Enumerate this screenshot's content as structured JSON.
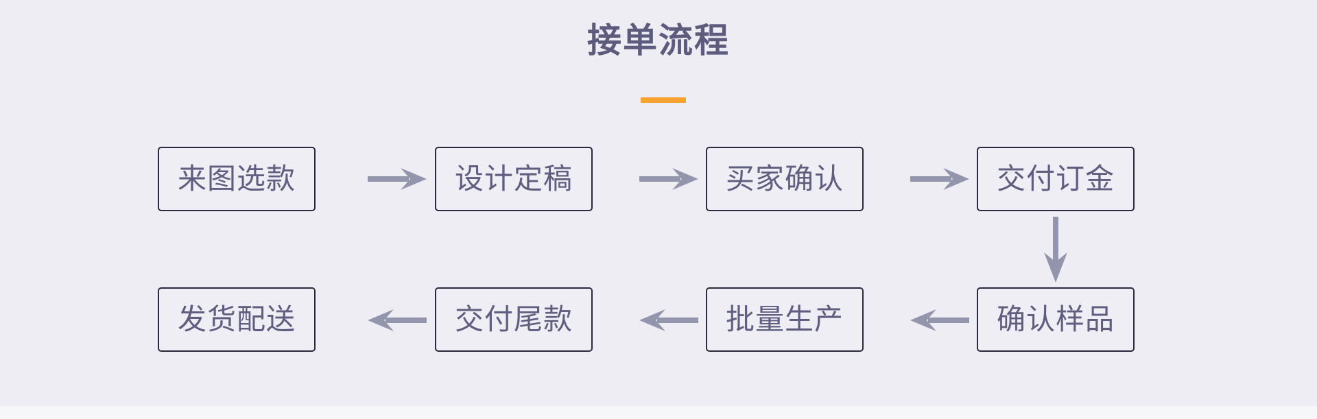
{
  "page": {
    "title": "接单流程",
    "background_color": "#eeedf4",
    "accent_color": "#f5a22e",
    "box_border_color": "#2a2a3c",
    "text_color": "#5f5e80",
    "arrow_color": "#9395ad"
  },
  "diagram": {
    "type": "flowchart",
    "nodes": [
      {
        "id": "n1",
        "label": "来图选款",
        "row": "top",
        "col": 1
      },
      {
        "id": "n2",
        "label": "设计定稿",
        "row": "top",
        "col": 2
      },
      {
        "id": "n3",
        "label": "买家确认",
        "row": "top",
        "col": 3
      },
      {
        "id": "n4",
        "label": "交付订金",
        "row": "top",
        "col": 4
      },
      {
        "id": "n5",
        "label": "确认样品",
        "row": "bottom",
        "col": 4
      },
      {
        "id": "n6",
        "label": "批量生产",
        "row": "bottom",
        "col": 3
      },
      {
        "id": "n7",
        "label": "交付尾款",
        "row": "bottom",
        "col": 2
      },
      {
        "id": "n8",
        "label": "发货配送",
        "row": "bottom",
        "col": 1
      }
    ],
    "edges": [
      {
        "from": "n1",
        "to": "n2",
        "direction": "right"
      },
      {
        "from": "n2",
        "to": "n3",
        "direction": "right"
      },
      {
        "from": "n3",
        "to": "n4",
        "direction": "right"
      },
      {
        "from": "n4",
        "to": "n5",
        "direction": "down"
      },
      {
        "from": "n5",
        "to": "n6",
        "direction": "left"
      },
      {
        "from": "n6",
        "to": "n7",
        "direction": "left"
      },
      {
        "from": "n7",
        "to": "n8",
        "direction": "left"
      }
    ]
  }
}
